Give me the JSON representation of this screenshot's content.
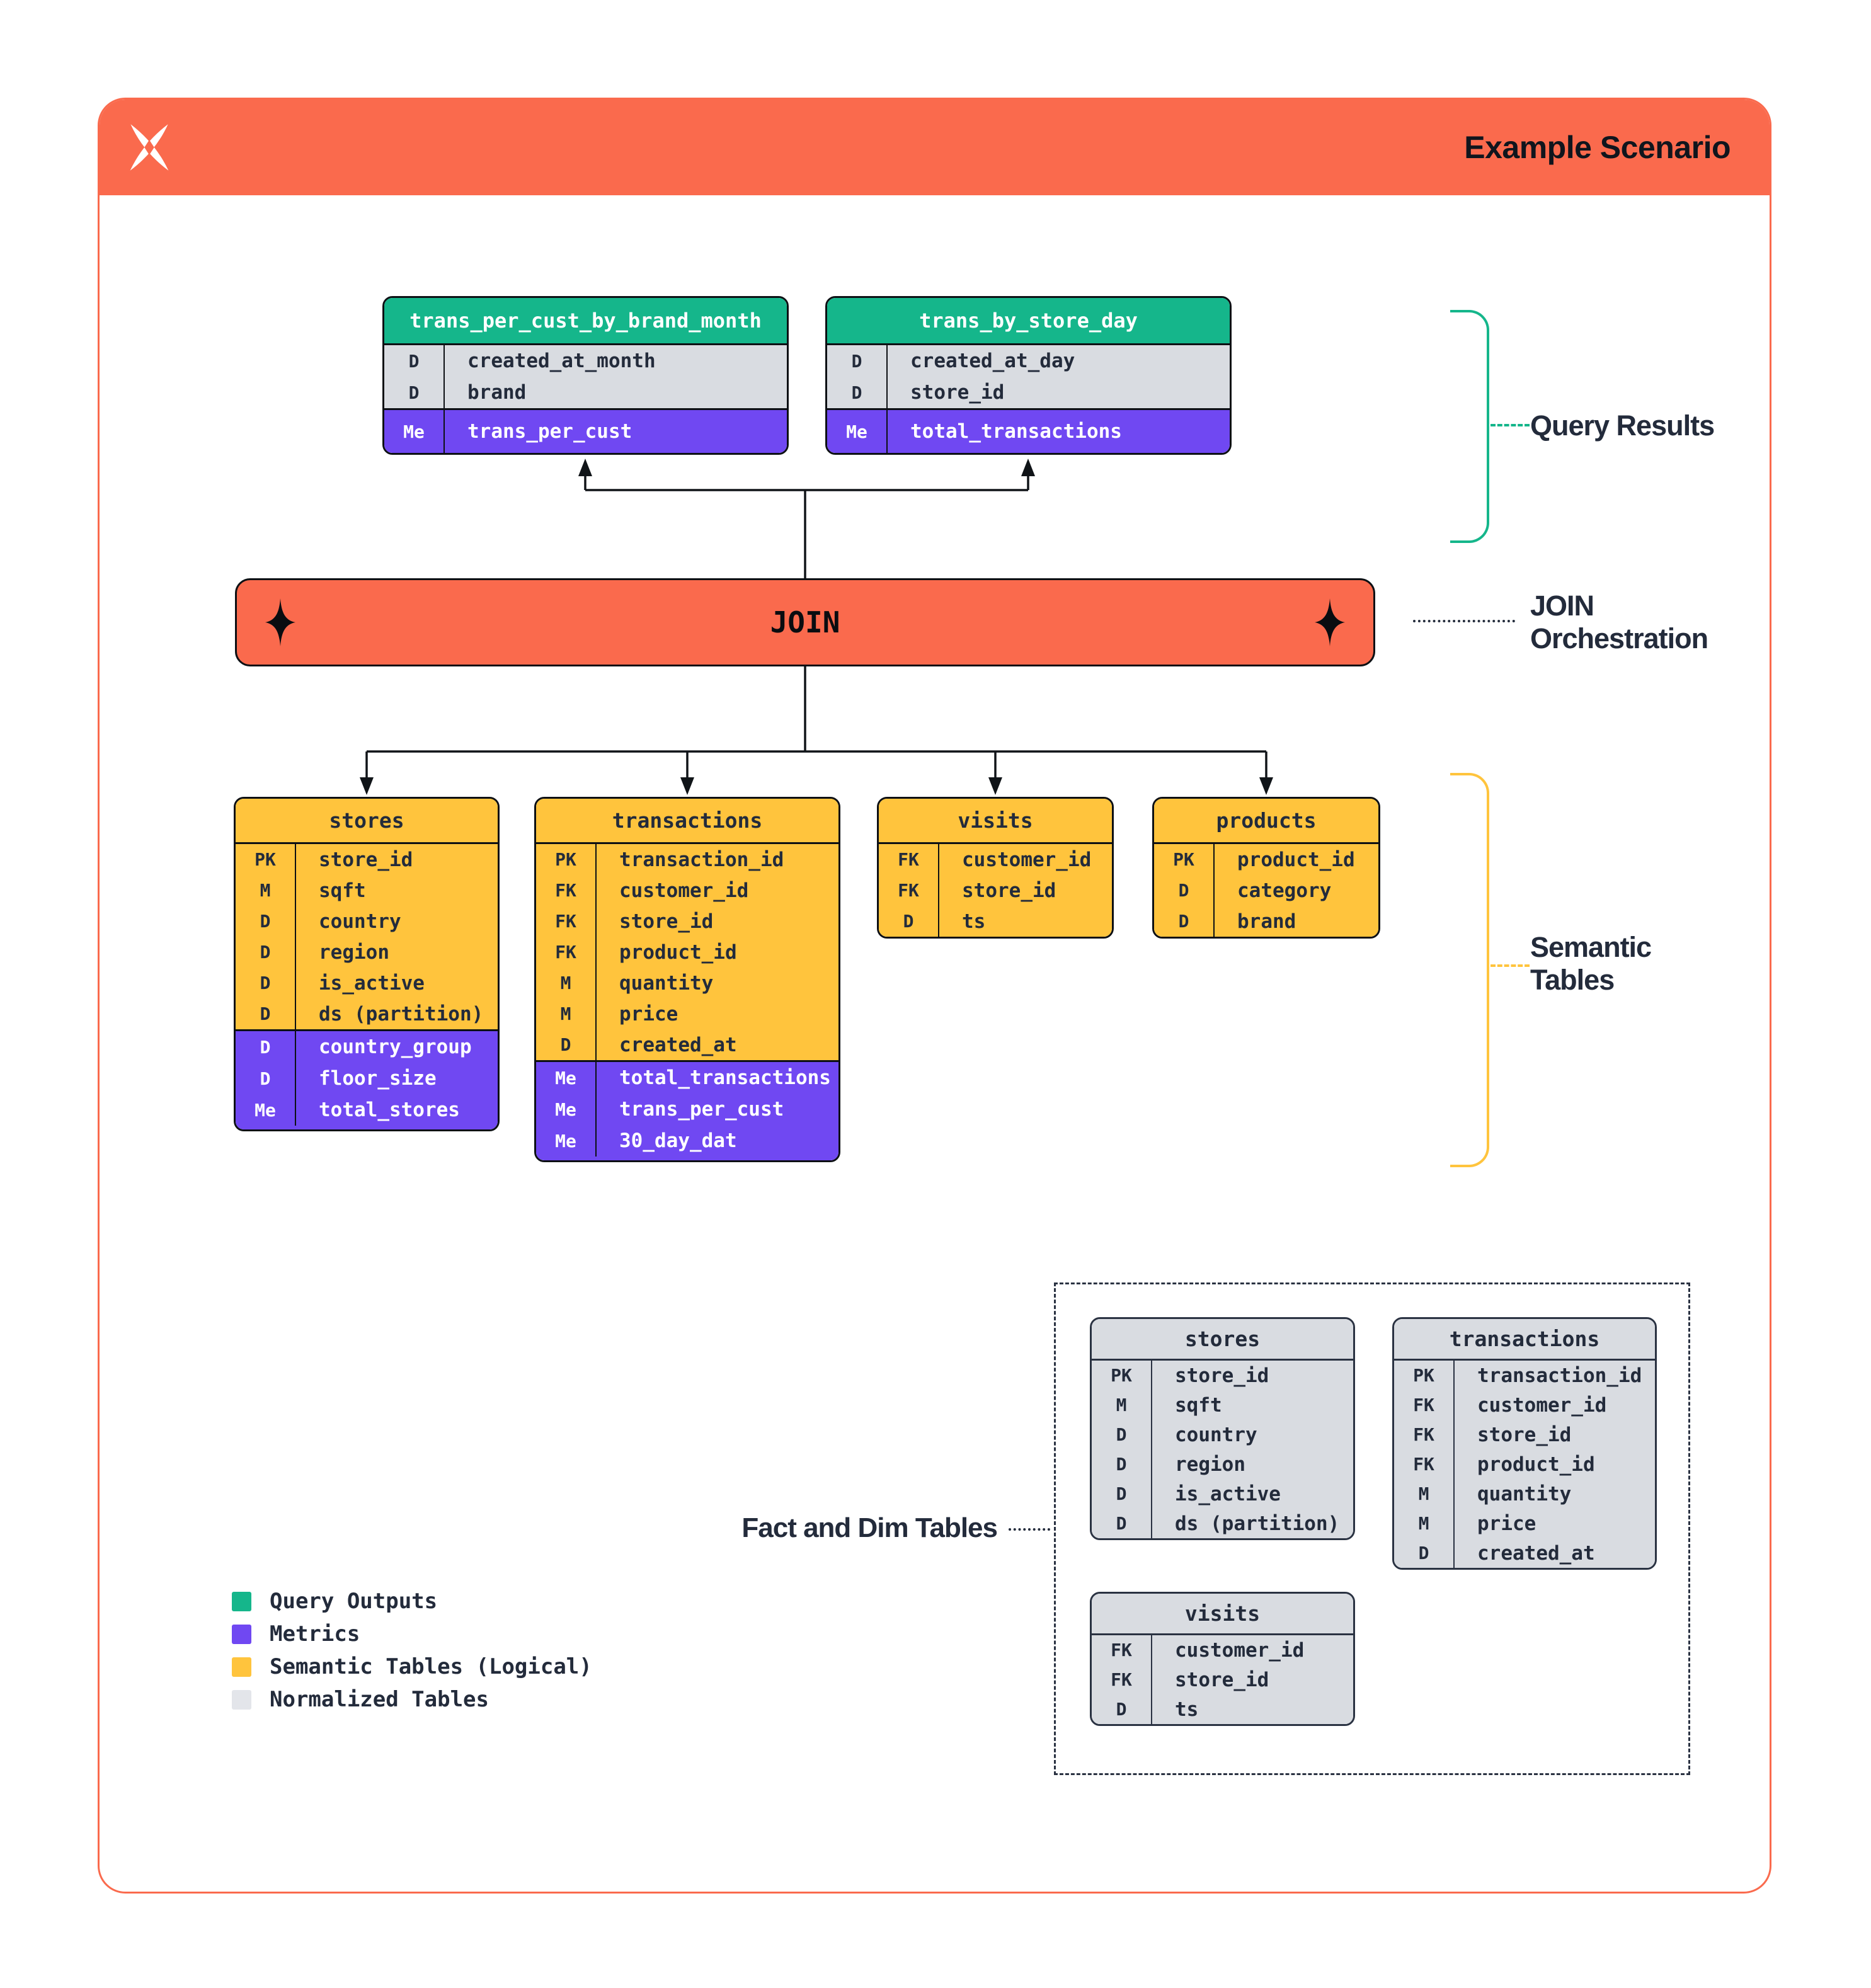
{
  "header": {
    "title": "Example Scenario",
    "logo": "x-mark-logo"
  },
  "join": {
    "label": "JOIN"
  },
  "annotations": {
    "query_results": "Query Results",
    "join_orchestration": "JOIN Orchestration",
    "semantic_tables": "Semantic Tables",
    "fact_and_dim": "Fact and Dim Tables"
  },
  "query_tables": [
    {
      "name": "trans_per_cust_by_brand_month",
      "dims": [
        [
          "D",
          "created_at_month"
        ],
        [
          "D",
          "brand"
        ]
      ],
      "metrics": [
        [
          "Me",
          "trans_per_cust"
        ]
      ]
    },
    {
      "name": "trans_by_store_day",
      "dims": [
        [
          "D",
          "created_at_day"
        ],
        [
          "D",
          "store_id"
        ]
      ],
      "metrics": [
        [
          "Me",
          "total_transactions"
        ]
      ]
    }
  ],
  "semantic_tables": [
    {
      "name": "stores",
      "dims": [
        [
          "PK",
          "store_id"
        ],
        [
          "M",
          "sqft"
        ],
        [
          "D",
          "country"
        ],
        [
          "D",
          "region"
        ],
        [
          "D",
          "is_active"
        ],
        [
          "D",
          "ds (partition)"
        ]
      ],
      "metrics": [
        [
          "D",
          "country_group"
        ],
        [
          "D",
          "floor_size"
        ],
        [
          "Me",
          "total_stores"
        ]
      ]
    },
    {
      "name": "transactions",
      "dims": [
        [
          "PK",
          "transaction_id"
        ],
        [
          "FK",
          "customer_id"
        ],
        [
          "FK",
          "store_id"
        ],
        [
          "FK",
          "product_id"
        ],
        [
          "M",
          "quantity"
        ],
        [
          "M",
          "price"
        ],
        [
          "D",
          "created_at"
        ]
      ],
      "metrics": [
        [
          "Me",
          "total_transactions"
        ],
        [
          "Me",
          "trans_per_cust"
        ],
        [
          "Me",
          "30_day_dat"
        ]
      ]
    },
    {
      "name": "visits",
      "dims": [
        [
          "FK",
          "customer_id"
        ],
        [
          "FK",
          "store_id"
        ],
        [
          "D",
          "ts"
        ]
      ],
      "metrics": []
    },
    {
      "name": "products",
      "dims": [
        [
          "PK",
          "product_id"
        ],
        [
          "D",
          "category"
        ],
        [
          "D",
          "brand"
        ]
      ],
      "metrics": []
    }
  ],
  "normalized_tables": [
    {
      "name": "stores",
      "dims": [
        [
          "PK",
          "store_id"
        ],
        [
          "M",
          "sqft"
        ],
        [
          "D",
          "country"
        ],
        [
          "D",
          "region"
        ],
        [
          "D",
          "is_active"
        ],
        [
          "D",
          "ds (partition)"
        ]
      ]
    },
    {
      "name": "transactions",
      "dims": [
        [
          "PK",
          "transaction_id"
        ],
        [
          "FK",
          "customer_id"
        ],
        [
          "FK",
          "store_id"
        ],
        [
          "FK",
          "product_id"
        ],
        [
          "M",
          "quantity"
        ],
        [
          "M",
          "price"
        ],
        [
          "D",
          "created_at"
        ]
      ]
    },
    {
      "name": "visits",
      "dims": [
        [
          "FK",
          "customer_id"
        ],
        [
          "FK",
          "store_id"
        ],
        [
          "D",
          "ts"
        ]
      ]
    }
  ],
  "legend": {
    "items": [
      {
        "label": "Query Outputs",
        "color": "#15B68B"
      },
      {
        "label": "Metrics",
        "color": "#7048F2"
      },
      {
        "label": "Semantic Tables (Logical)",
        "color": "#FFC43D"
      },
      {
        "label": "Normalized Tables",
        "color": "#E3E5EA"
      }
    ]
  },
  "colors": {
    "orange": "#FA6A4D",
    "green": "#15B68B",
    "purple": "#7048F2",
    "yellow": "#FFC43D",
    "table_gray": "#D9DCE1",
    "navy": "#232B3B"
  }
}
